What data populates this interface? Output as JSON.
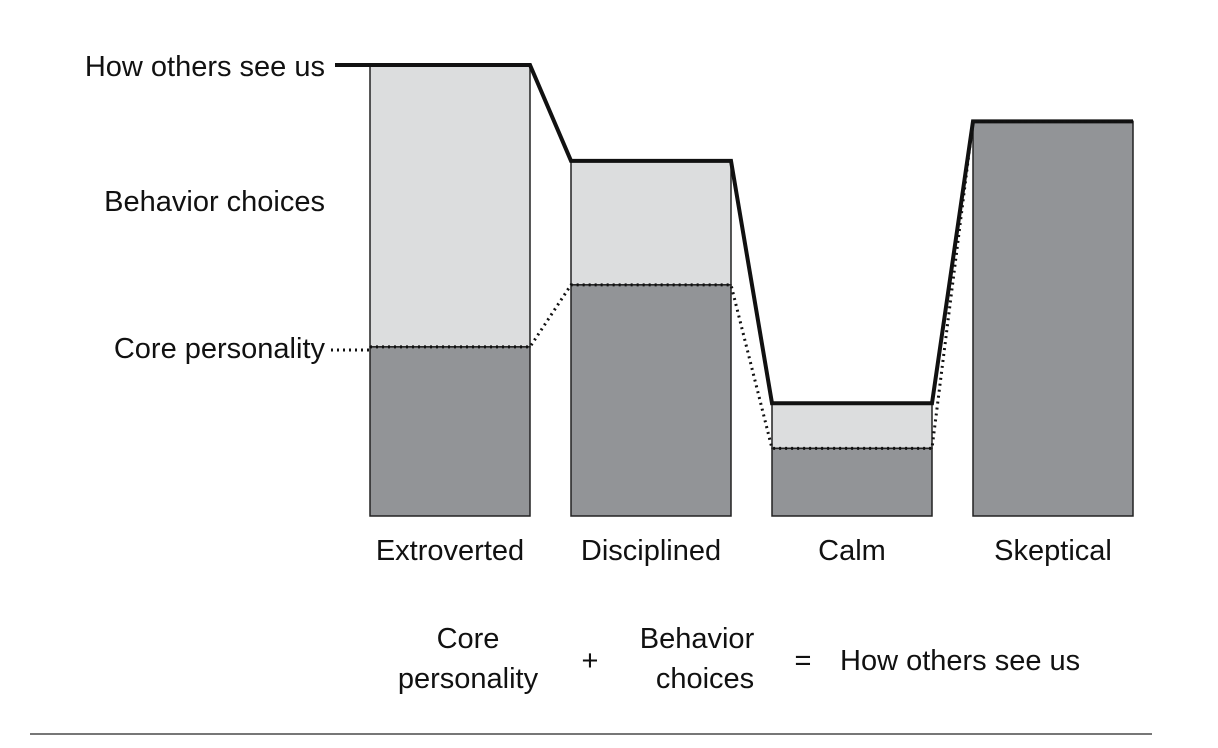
{
  "chart_data": {
    "type": "bar",
    "stacked": true,
    "categories": [
      "Extroverted",
      "Disciplined",
      "Calm",
      "Skeptical"
    ],
    "series": [
      {
        "name": "Core personality",
        "values": [
          3.0,
          4.1,
          1.2,
          7.0
        ],
        "color": "#929497"
      },
      {
        "name": "Behavior choices",
        "values": [
          5.0,
          2.2,
          0.8,
          0.0
        ],
        "color": "#dcddde"
      }
    ],
    "totals": [
      8.0,
      6.3,
      2.0,
      7.0
    ],
    "ylim": [
      0,
      8.0
    ],
    "axis_ticks_shown": false,
    "grid": false,
    "left_labels": {
      "top": "How others see us",
      "middle": "Behavior choices",
      "bottom": "Core personality"
    },
    "equation": {
      "term1": [
        "Core",
        "personality"
      ],
      "plus": "+",
      "term2": [
        "Behavior",
        "choices"
      ],
      "equals": "=",
      "result": "How others see us"
    }
  }
}
